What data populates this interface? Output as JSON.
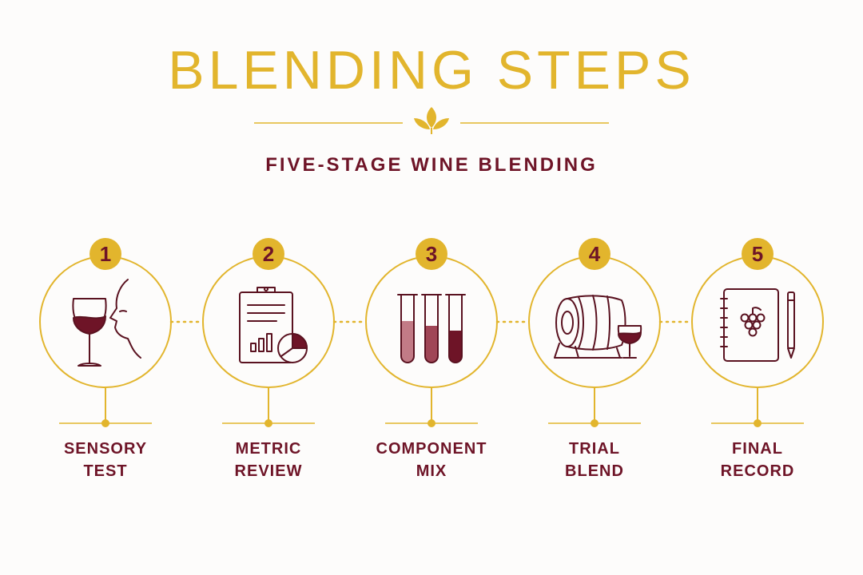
{
  "header": {
    "title": "BLENDING STEPS",
    "subtitle": "FIVE-STAGE WINE BLENDING"
  },
  "colors": {
    "gold": "#e2b52d",
    "wine": "#6e1427",
    "wine_light": "#c27b86",
    "wine_mid": "#a04656",
    "ink": "#5a1220"
  },
  "steps": [
    {
      "number": "1",
      "label_line1": "SENSORY",
      "label_line2": "TEST",
      "icon": "wine-glass-nose-icon"
    },
    {
      "number": "2",
      "label_line1": "METRIC",
      "label_line2": "REVIEW",
      "icon": "clipboard-chart-icon"
    },
    {
      "number": "3",
      "label_line1": "COMPONENT",
      "label_line2": "MIX",
      "icon": "test-tubes-icon"
    },
    {
      "number": "4",
      "label_line1": "TRIAL",
      "label_line2": "BLEND",
      "icon": "barrel-glass-icon"
    },
    {
      "number": "5",
      "label_line1": "FINAL",
      "label_line2": "RECORD",
      "icon": "notebook-grapes-icon"
    }
  ]
}
